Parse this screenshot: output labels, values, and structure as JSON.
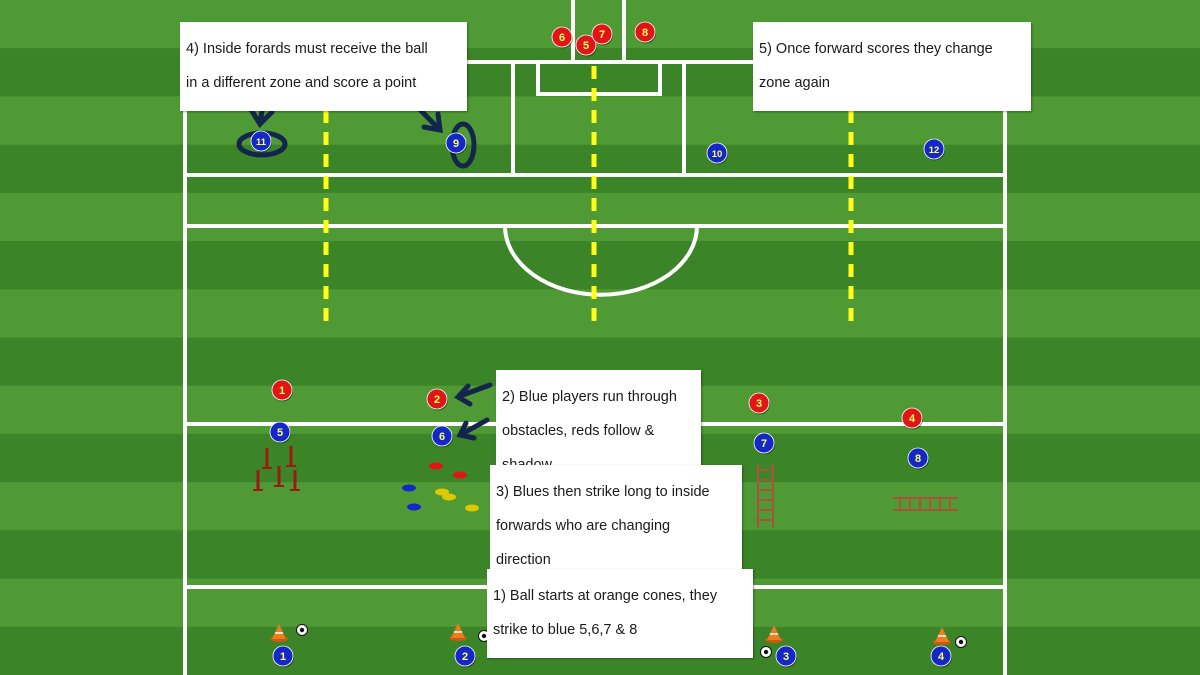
{
  "callouts": {
    "step1": {
      "line1": "1) Ball starts at orange cones, they",
      "line2": "strike to blue 5,6,7 & 8"
    },
    "step2": {
      "line1": "2) Blue players run through",
      "line2": "obstacles, reds follow &",
      "line3": "shadow"
    },
    "step3": {
      "line1": "3) Blues then strike long to inside",
      "line2": "forwards who are changing",
      "line3": "direction"
    },
    "step4": {
      "line1": "4) Inside forards must receive the ball",
      "line2": "in a different zone and score a point"
    },
    "step5": {
      "line1": "5) Once forward scores they change",
      "line2": "zone again"
    }
  },
  "colors": {
    "grass_light": "#4f9a35",
    "grass_dark": "#3c8428",
    "line": "#ffffff",
    "zone_divider": "#ffff1a",
    "blue_player": "#1428c8",
    "red_player": "#e01616",
    "arrow": "#13254a",
    "cone": "#f07a1e",
    "pole": "#9b1b10",
    "ladder": "#a8543a",
    "marker_number": "#ffff66"
  },
  "blue_players": [
    "1",
    "2",
    "3",
    "4",
    "5",
    "6",
    "7",
    "8",
    "9",
    "10",
    "11",
    "12"
  ],
  "red_players_bottom": [
    "1",
    "2",
    "3",
    "4"
  ],
  "red_players_top": [
    "5",
    "6",
    "7",
    "8"
  ],
  "equipment": {
    "orange_cone_icon": "cone-icon",
    "ball_icon": "soccer-ball-icon",
    "pole_icon": "agility-pole-icon",
    "ladder_icon": "agility-ladder-icon",
    "flat_marker_icon": "flat-disc-marker-icon"
  }
}
